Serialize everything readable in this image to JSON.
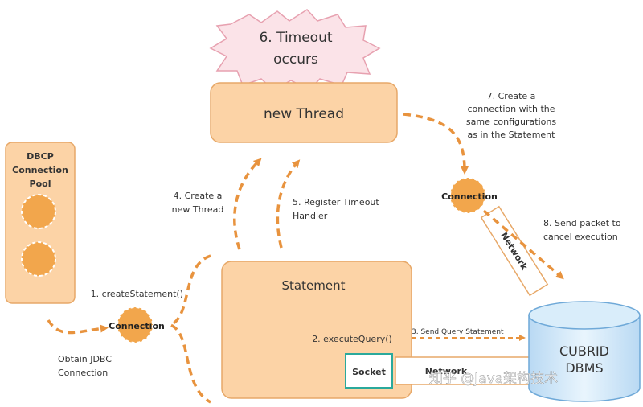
{
  "nodes": {
    "timeout": "6. Timeout occurs",
    "timeout_line1": "6. Timeout",
    "timeout_line2": "occurs",
    "new_thread": "new Thread",
    "pool": {
      "line1": "DBCP",
      "line2": "Connection",
      "line3": "Pool"
    },
    "connection_left": "Connection",
    "connection_right": "Connection",
    "statement": "Statement",
    "execute_query": "2. executeQuery()",
    "socket": "Socket",
    "database": {
      "line1": "CUBRID",
      "line2": "DBMS"
    },
    "network_diagonal": "Network",
    "network_horizontal": "Network"
  },
  "steps": {
    "step1": "1. createStatement()",
    "step3": "3. Send Query Statement",
    "step4": {
      "line1": "4. Create a",
      "line2": "new Thread"
    },
    "step5": {
      "line1": "5. Register Timeout",
      "line2": "Handler"
    },
    "step7": {
      "line1": "7. Create a",
      "line2": "connection with the",
      "line3": "same configurations",
      "line4": "as in the Statement"
    },
    "step8": {
      "line1": "8. Send packet to",
      "line2": "cancel execution"
    },
    "obtain": {
      "line1": "Obtain JDBC",
      "line2": "Connection"
    }
  },
  "watermark": "知乎 @Java架构技术",
  "colors": {
    "box_fill": "#fcd3a6",
    "box_stroke": "#e7a868",
    "circle_fill": "#f2a64c",
    "arrow": "#e8933e",
    "star_fill": "#fbe3e8",
    "db_fill": "#d9edfa",
    "db_stroke": "#6fa9d8"
  }
}
